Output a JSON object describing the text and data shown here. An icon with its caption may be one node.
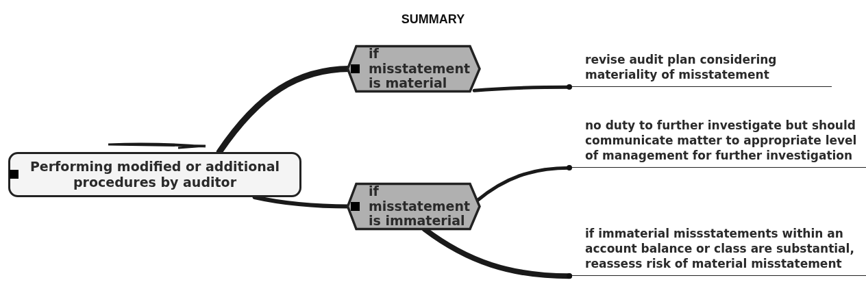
{
  "diagram": {
    "title": "SUMMARY",
    "nodes": [
      {
        "text": [
          "Performing modified or additional procedures by auditor"
        ]
      },
      {
        "text": [
          "if misstatement is material"
        ]
      },
      {
        "text": [
          "if misstatement is immaterial"
        ]
      },
      {
        "text": [
          "revise audit plan considering materiality of misstatement"
        ]
      },
      {
        "text": [
          "no duty to further investigate but should communicate matter to appropriate level of management for further investigation"
        ]
      },
      {
        "text": [
          "if immaterial missstatements within an account balance or class are substantial, reassess risk of material misstatement"
        ]
      }
    ],
    "edges": [
      {
        "from": 0,
        "to": 1,
        "arrow": "none"
      },
      {
        "from": 0,
        "to": 2,
        "arrow": "none"
      },
      {
        "from": 1,
        "to": 3,
        "arrow": "none"
      },
      {
        "from": 2,
        "to": 4,
        "arrow": "none"
      },
      {
        "from": 2,
        "to": 5,
        "arrow": "none"
      }
    ]
  }
}
